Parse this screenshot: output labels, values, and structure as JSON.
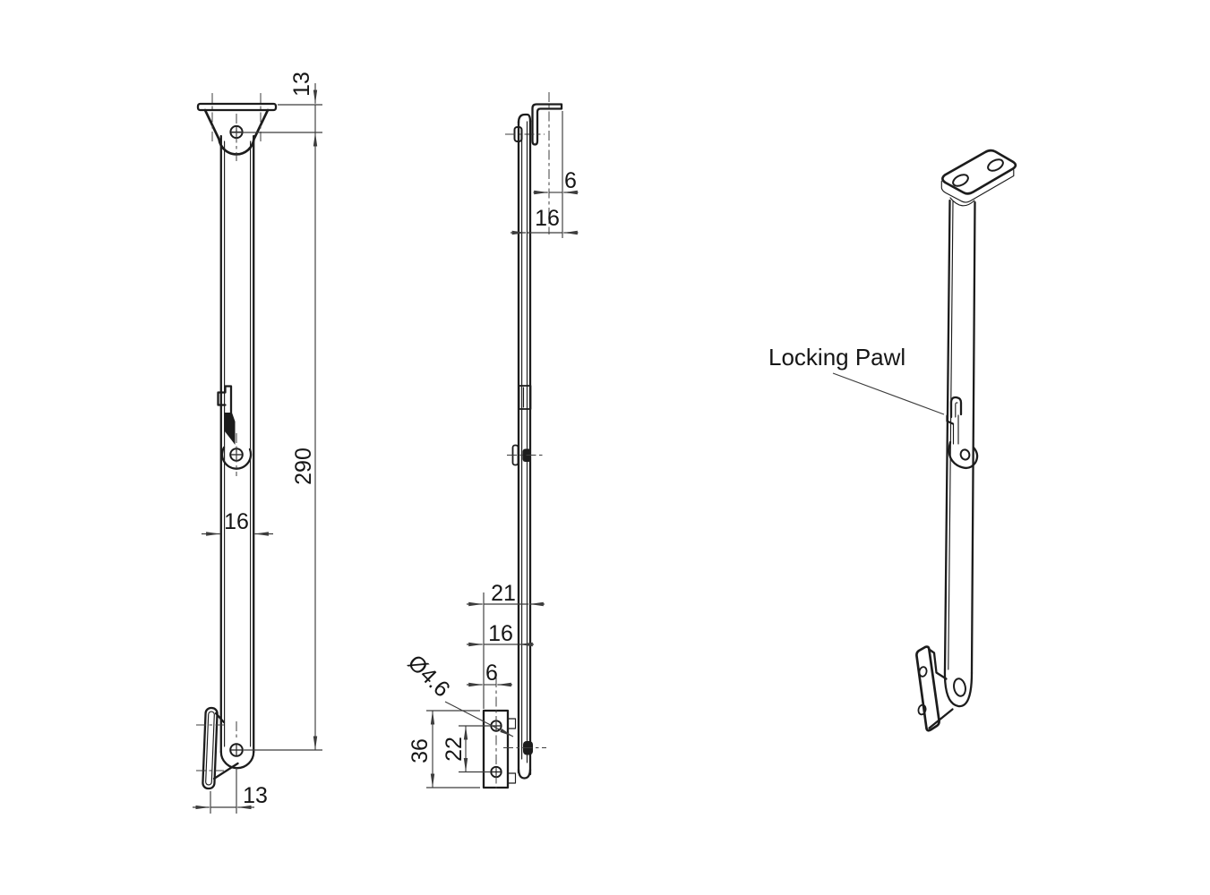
{
  "colors": {
    "bg": "#ffffff",
    "line": "#1c1c1c",
    "dim": "#3c3c3c",
    "text": "#161616"
  },
  "front_view": {
    "dim_plate_to_pin_top": "13",
    "dim_pin_to_pin": "290",
    "dim_arm_width": "16",
    "dim_plate_to_pin_bottom": "13"
  },
  "side_view": {
    "dim_pin_to_edge": "6",
    "dim_depth_top": "16",
    "dim_overall_depth_bottom": "21",
    "dim_depth_bottom": "16",
    "dim_hole_offset": "6",
    "dim_hole_diameter": "Ø4.6",
    "dim_plate_height": "36",
    "dim_hole_spacing": "22"
  },
  "callout": {
    "locking_pawl": "Locking Pawl"
  }
}
